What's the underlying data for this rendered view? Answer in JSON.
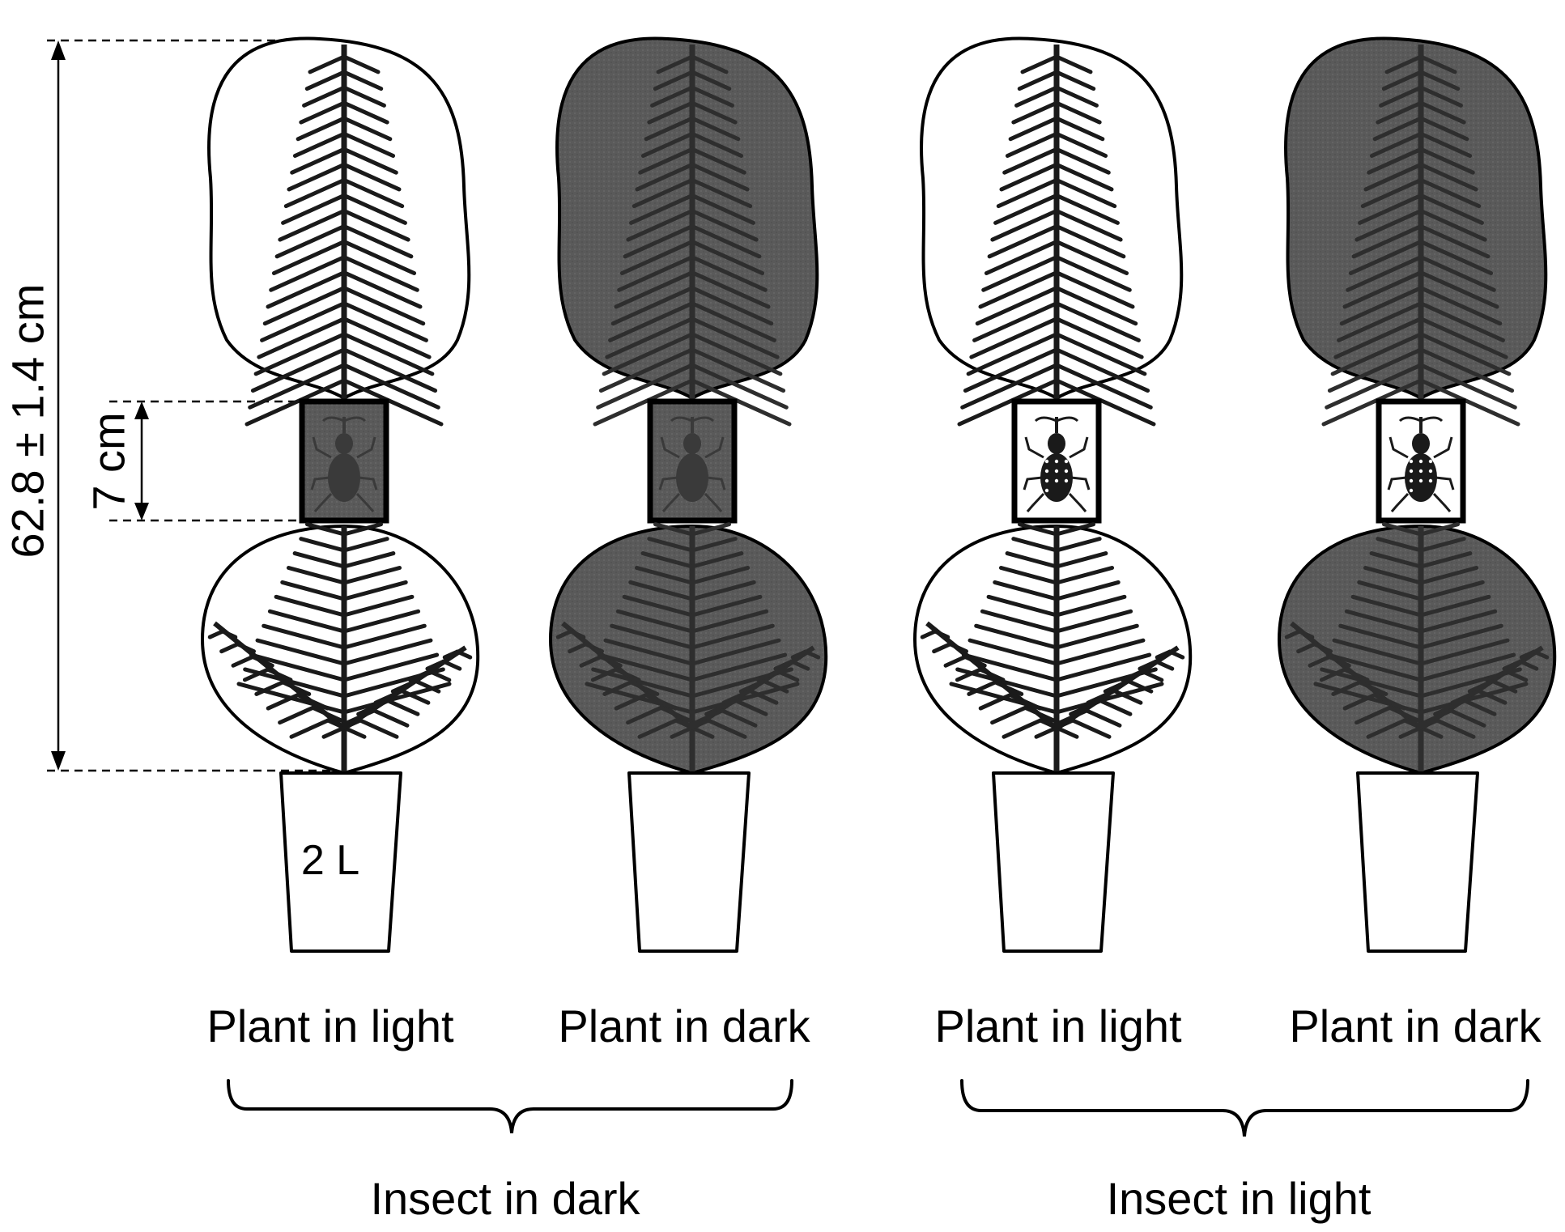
{
  "plants": [
    {
      "label": "Plant in light",
      "bag": "light",
      "box": "dark"
    },
    {
      "label": "Plant in dark",
      "bag": "dark",
      "box": "dark"
    },
    {
      "label": "Plant in light",
      "bag": "light",
      "box": "light"
    },
    {
      "label": "Plant in dark",
      "bag": "dark",
      "box": "light"
    }
  ],
  "groups": [
    {
      "label": "Insect in dark"
    },
    {
      "label": "Insect in light"
    }
  ],
  "dimensions": {
    "total_height": "62.8 ± 1.4 cm",
    "box_height": "7 cm",
    "pot_volume": "2 L"
  },
  "colors": {
    "dark_fill": "#5a5a5a",
    "light_fill": "#ffffff",
    "needle": "#1a1a1a",
    "outline": "#000000"
  },
  "icons": {
    "insect": "weevil-icon",
    "branch": "conifer-branch-icon"
  }
}
